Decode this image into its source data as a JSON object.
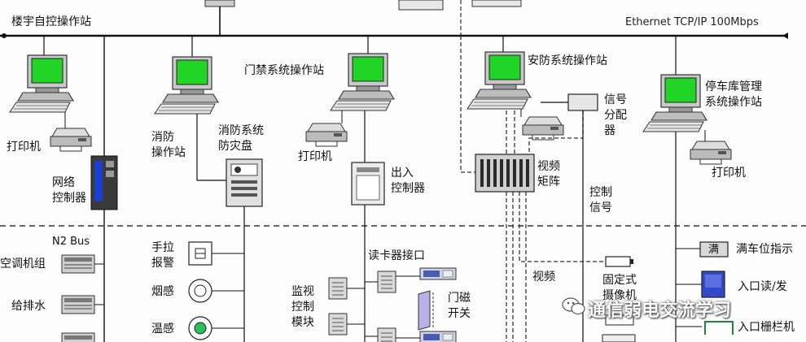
{
  "diagram": {
    "title_left": "楼宇自控操作站",
    "network_label": "Ethernet TCP/IP 100Mbps",
    "bus_label": "N2 Bus",
    "labels": {
      "printer_1": "打印机",
      "network_controller": "网络\n控制器",
      "fire_station": "消防\n操作站",
      "fire_panel": "消防系统\n防灾盘",
      "access_station": "门禁系统操作站",
      "printer_2": "打印机",
      "io_controller": "出入\n控制器",
      "security_station": "安防系统操作站",
      "signal_distributor": "信号\n分配\n器",
      "video_matrix": "视频\n矩阵",
      "control_signal": "控制\n信号",
      "parking_station": "停车库管理\n系统操作站",
      "printer_3": "打印机",
      "ac_unit": "空调机组",
      "drainage": "给排水",
      "manual_alarm": "手拉\n报警",
      "smoke_sensor": "烟感",
      "temp_sensor": "温感",
      "card_reader_interface": "读卡器接口",
      "monitor_module": "监视\n控制\n模块",
      "door_sensor": "门磁\n开关",
      "video": "视频",
      "fixed_camera": "固定式\n摄像机",
      "full_indicator": "满车位指示",
      "full_sign": "满",
      "entry_reader": "入口读/发",
      "entry_barrier": "入口栅栏机"
    },
    "watermark": "通信弱电交流学习"
  }
}
